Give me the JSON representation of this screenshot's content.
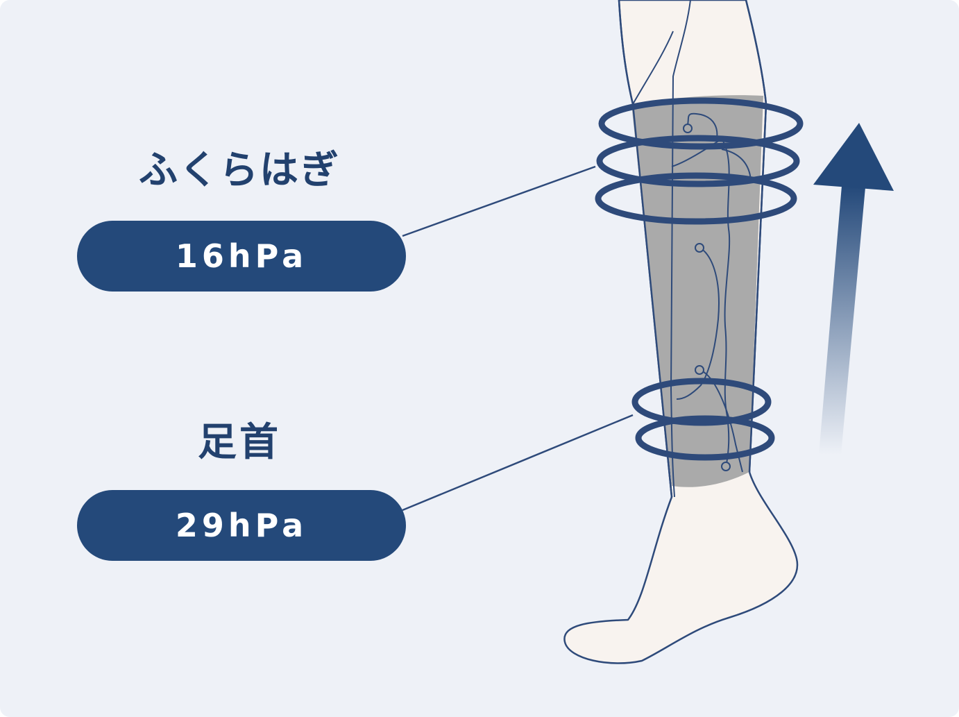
{
  "labels": {
    "calf": {
      "name": "ふくらはぎ",
      "pressure": "16hPa"
    },
    "ankle": {
      "name": "足首",
      "pressure": "29hPa"
    }
  },
  "colors": {
    "background": "#eef1f7",
    "navy": "#24497a",
    "text": "#22416e",
    "outline": "#2e4a7a",
    "skin": "#f8f3ef",
    "sock": "#aaaaaa"
  },
  "icons": {
    "arrow": "arrow-up-icon"
  }
}
